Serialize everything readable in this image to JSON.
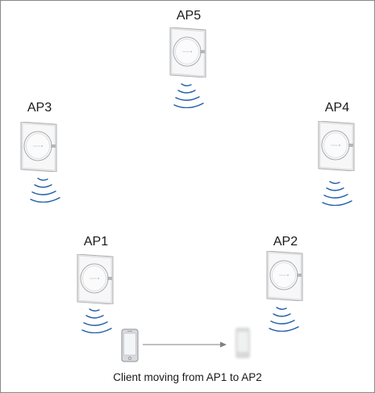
{
  "access_points": [
    {
      "id": "ap5",
      "label": "AP5"
    },
    {
      "id": "ap3",
      "label": "AP3"
    },
    {
      "id": "ap4",
      "label": "AP4"
    },
    {
      "id": "ap1",
      "label": "AP1"
    },
    {
      "id": "ap2",
      "label": "AP2"
    }
  ],
  "caption": "Client moving from AP1 to AP2",
  "icons": {
    "access_point": "access-point-icon",
    "signal": "wifi-signal-icon",
    "client": "smartphone-icon",
    "client_destination": "smartphone-ghost-icon",
    "arrow": "arrow-right-icon"
  },
  "colors": {
    "signal_wave": "#1f5fa8",
    "arrow": "#808080",
    "border": "#8a8a8a"
  }
}
